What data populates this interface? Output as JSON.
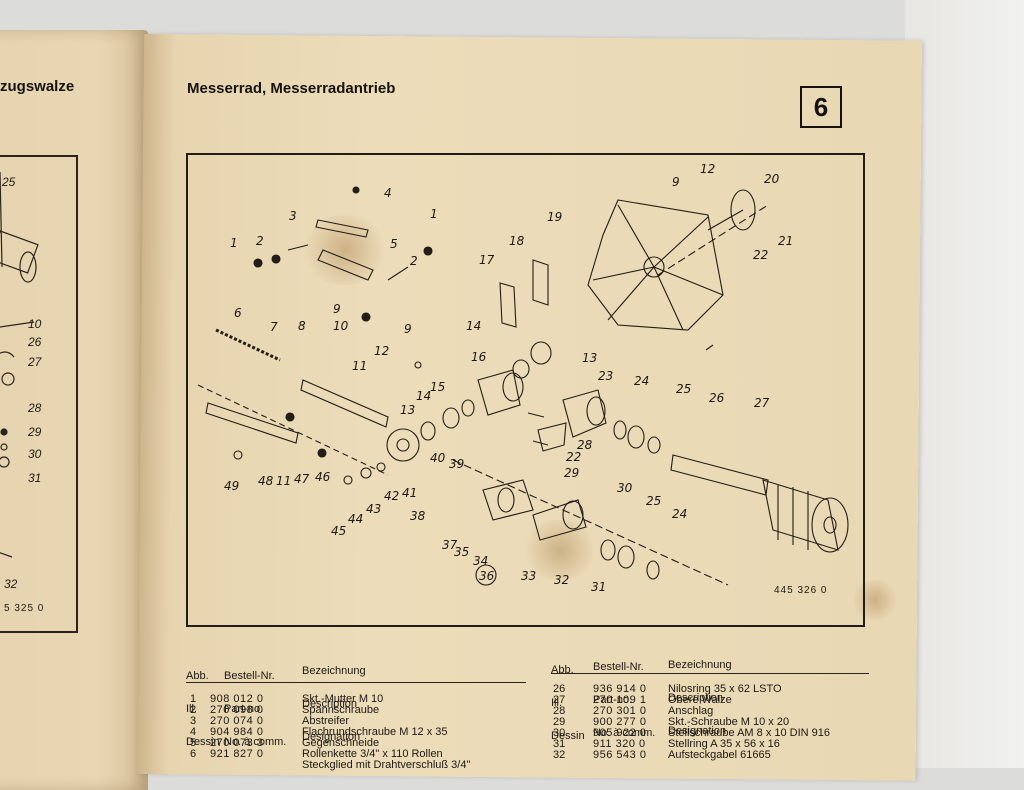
{
  "left_page": {
    "heading": "zugswalze",
    "callouts": [
      "25",
      "10",
      "26",
      "27",
      "28",
      "29",
      "30",
      "31",
      "32"
    ],
    "ref_code": "5 325 0"
  },
  "right_page": {
    "title": "Messerrad, Messerradantrieb",
    "section_number": "6",
    "drawing_ref": "445 326 0",
    "callouts": [
      "1",
      "1",
      "2",
      "2",
      "3",
      "4",
      "5",
      "6",
      "7",
      "8",
      "9",
      "9",
      "9",
      "10",
      "11",
      "11",
      "12",
      "12",
      "13",
      "13",
      "14",
      "14",
      "15",
      "16",
      "17",
      "18",
      "19",
      "20",
      "21",
      "22",
      "22",
      "23",
      "24",
      "24",
      "25",
      "25",
      "26",
      "27",
      "28",
      "29",
      "30",
      "31",
      "32",
      "33",
      "34",
      "35",
      "36",
      "37",
      "38",
      "39",
      "40",
      "41",
      "42",
      "43",
      "44",
      "45",
      "46",
      "47",
      "48",
      "49"
    ]
  },
  "parts_table": {
    "headers": {
      "col1": [
        "Abb.",
        "Ill.",
        "Dessin"
      ],
      "col2": [
        "Bestell-Nr.",
        "Part-no.",
        "No. à comm."
      ],
      "col3": [
        "Bezeichnung",
        "Description",
        "Designation"
      ]
    },
    "left_rows": [
      {
        "num": "1",
        "part": "908 012 0",
        "desc": "Skt.-Mutter M 10"
      },
      {
        "num": "2",
        "part": "270 098 0",
        "desc": "Spannschraube"
      },
      {
        "num": "3",
        "part": "270 074 0",
        "desc": "Abstreifer"
      },
      {
        "num": "4",
        "part": "904 984 0",
        "desc": "Flachrundschraube M 12 x 35"
      },
      {
        "num": "5",
        "part": "270 073 3",
        "desc": "Gegenschneide"
      },
      {
        "num": "6",
        "part": "921 827 0",
        "desc": "Rollenkette 3/4\" x 110 Rollen"
      },
      {
        "num": "",
        "part": "",
        "desc": "Steckglied mit Drahtverschluß 3/4\""
      }
    ],
    "right_rows": [
      {
        "num": "26",
        "part": "936 914 0",
        "desc": "Nilosring 35 x 62 LSTO"
      },
      {
        "num": "27",
        "part": "270 109 1",
        "desc": "Obere Walze"
      },
      {
        "num": "28",
        "part": "270 301 0",
        "desc": "Anschlag"
      },
      {
        "num": "29",
        "part": "900 277 0",
        "desc": "Skt.-Schraube M 10 x 20"
      },
      {
        "num": "30",
        "part": "905 922 0",
        "desc": "Stellschraube AM 8 x 10 DIN 916"
      },
      {
        "num": "31",
        "part": "911 320 0",
        "desc": "Stellring A 35 x 56 x 16"
      },
      {
        "num": "32",
        "part": "956 543 0",
        "desc": "Aufsteckgabel 61665"
      }
    ]
  }
}
